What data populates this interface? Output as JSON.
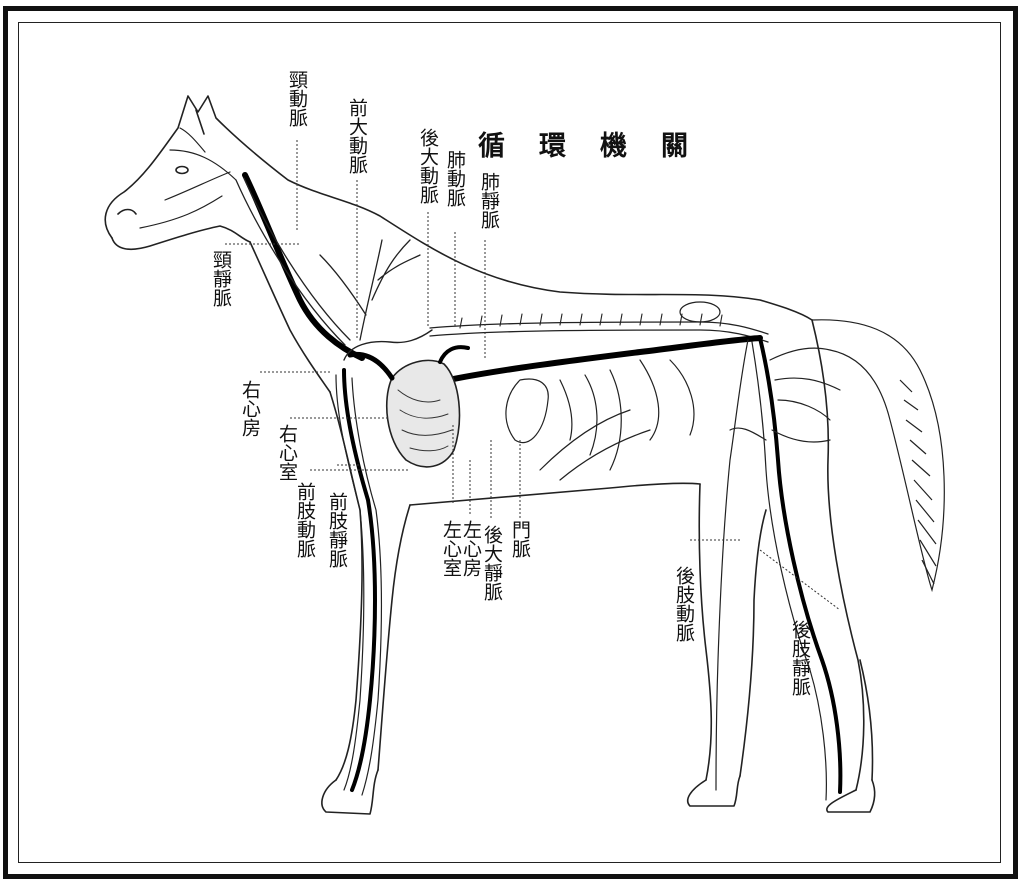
{
  "diagram": {
    "title": "循環機關",
    "labels": {
      "jugular_artery": "頸動脈",
      "anterior_aorta": "前大動脈",
      "posterior_aorta": "後大動脈",
      "pulmonary_artery": "肺動脈",
      "pulmonary_vein": "肺靜脈",
      "jugular_vein": "頸靜脈",
      "right_atrium": "右心房",
      "right_ventricle": "右心室",
      "foreleg_artery": "前肢動脈",
      "foreleg_vein": "前肢靜脈",
      "left_ventricle": "左心室",
      "left_atrium": "左心房",
      "posterior_vena_cava": "後大靜脈",
      "portal_vein": "門脈",
      "hindleg_artery": "後肢動脈",
      "hindleg_vein": "後肢靜脈"
    }
  }
}
